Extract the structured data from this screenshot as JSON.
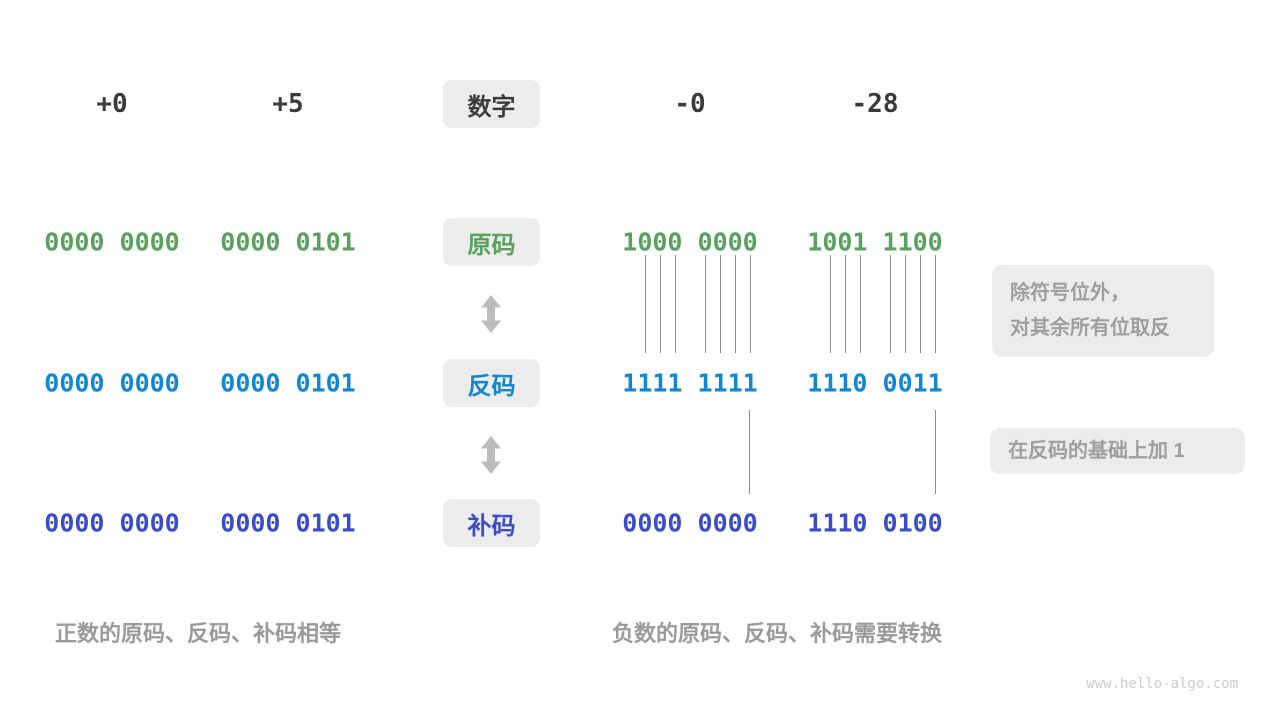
{
  "header": {
    "numbers": [
      "+0",
      "+5",
      "-0",
      "-28"
    ],
    "center_label": "数字"
  },
  "rows": [
    {
      "name": "sign-magnitude",
      "label": "原码",
      "color": "#5aa05e",
      "values": [
        "0000 0000",
        "0000 0101",
        "1000 0000",
        "1001 1100"
      ]
    },
    {
      "name": "ones-complement",
      "label": "反码",
      "color": "#1287d1",
      "values": [
        "0000 0000",
        "0000 0101",
        "1111 1111",
        "1110 0011"
      ]
    },
    {
      "name": "twos-complement",
      "label": "补码",
      "color": "#3b4cc8",
      "values": [
        "0000 0000",
        "0000 0101",
        "0000 0000",
        "1110 0100"
      ]
    }
  ],
  "annotations": {
    "flip_note_line1": "除符号位外，",
    "flip_note_line2": "对其余所有位取反",
    "add_one_note": "在反码的基础上加 1"
  },
  "captions": {
    "positive": "正数的原码、反码、补码相等",
    "negative": "负数的原码、反码、补码需要转换"
  },
  "watermark": "www.hello-algo.com",
  "colors": {
    "sign_magnitude_text": "#5aa05e",
    "ones_complement_text": "#1287d1",
    "twos_complement_text": "#3b4cc8",
    "tag_background": "#ececec",
    "header_text": "#3a3a3a",
    "note_text": "#9e9e9e",
    "caption_text": "#9a9a9a",
    "arrow": "#bcbcbc",
    "tick_line": "#8f8f8f",
    "watermark_text": "#cccccc"
  }
}
